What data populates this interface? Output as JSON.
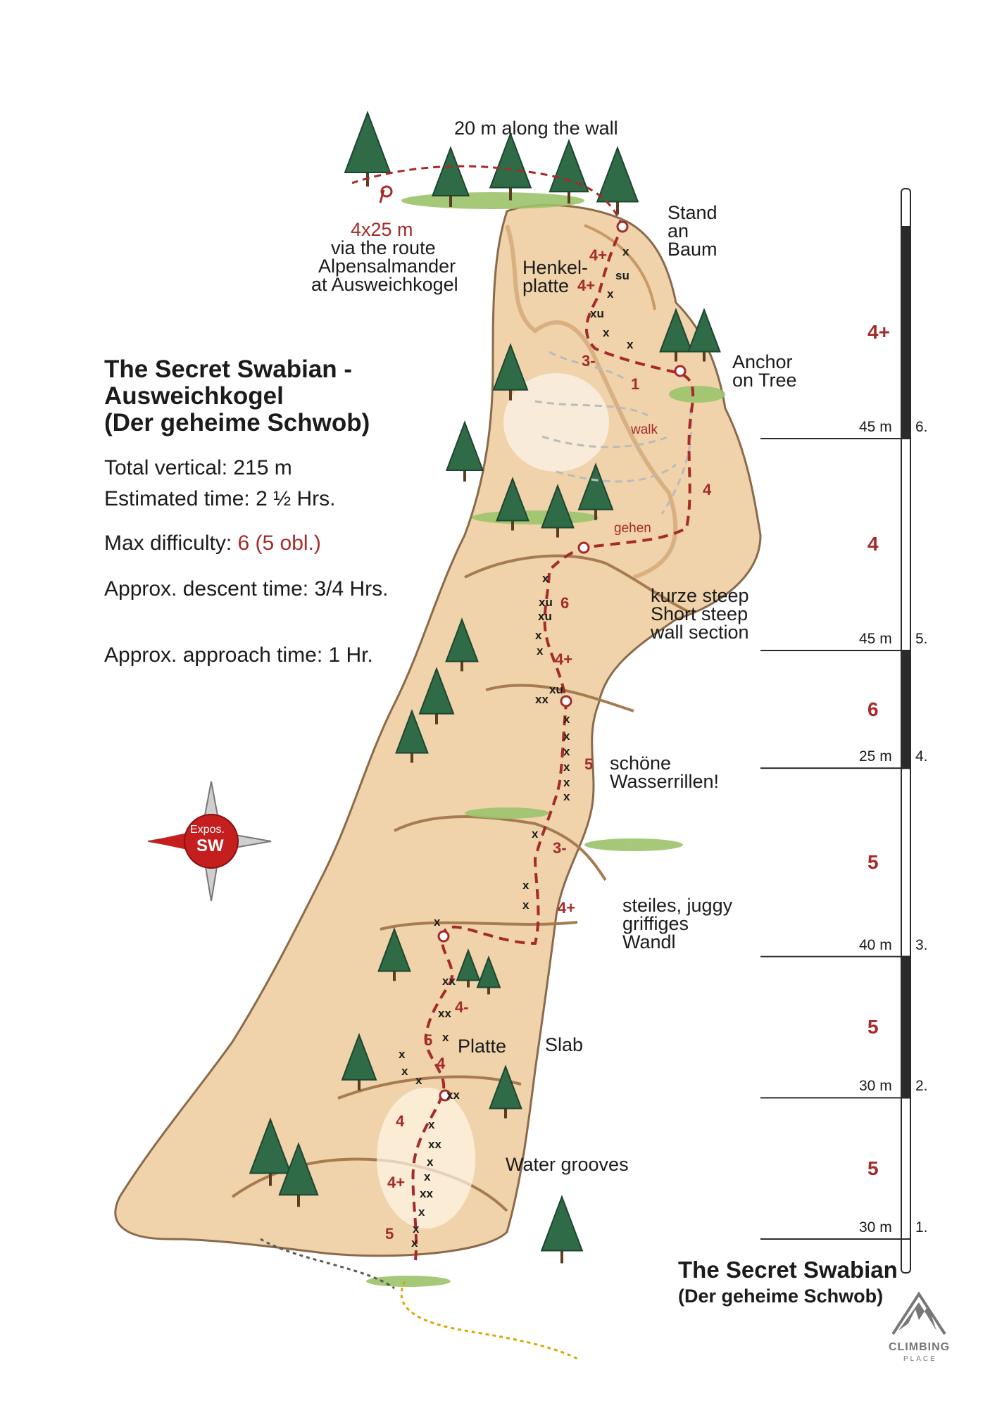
{
  "header": {
    "top_note": "20 m along the wall",
    "abseil": [
      "4x25 m",
      "via the route",
      "Alpensalmander",
      "at Ausweichkogel"
    ],
    "stand": [
      "Stand",
      "an",
      "Baum"
    ],
    "anchor": [
      "Anchor",
      "on Tree"
    ]
  },
  "info": {
    "title": [
      "The Secret Swabian -",
      "Ausweichkogel",
      "(Der geheime Schwob)"
    ],
    "total_vertical": "Total vertical: 215 m",
    "estimated_time": "Estimated time: 2 ½ Hrs.",
    "max_difficulty_label": "Max difficulty: ",
    "max_difficulty_value": "6 (5 obl.)",
    "descent": "Approx. descent time: 3/4 Hrs.",
    "approach": "Approx. approach time: 1 Hr."
  },
  "compass": {
    "line1": "Expos.",
    "line2": "SW"
  },
  "route_labels": {
    "henkel": [
      "Henkel-",
      "platte"
    ],
    "walk": "walk",
    "gehen": "gehen",
    "kurze": [
      "kurze steep",
      "Short steep",
      "wall section"
    ],
    "schoene": [
      "schöne",
      "Wasserrillen!"
    ],
    "steiles": [
      "steiles, juggy",
      "griffiges",
      "Wandl"
    ],
    "platte": "Platte",
    "slab": "Slab",
    "water_grooves": "Water grooves"
  },
  "grades_on_route": [
    "4+",
    "4+",
    "3-",
    "1",
    "4",
    "6",
    "4+",
    "5",
    "3-",
    "4+",
    "4-",
    "5",
    "4",
    "4",
    "4+",
    "5"
  ],
  "bolts": [
    "x",
    "su",
    "x",
    "xu",
    "x",
    "x",
    "x",
    "xu",
    "xu",
    "x",
    "x",
    "xu",
    "x",
    "x",
    "xx",
    "x",
    "x",
    "x",
    "x",
    "x",
    "x",
    "x",
    "x",
    "xx",
    "xx",
    "x",
    "x",
    "x",
    "x",
    "xx",
    "x",
    "xx",
    "x",
    "x",
    "xx",
    "x",
    "x",
    "x"
  ],
  "scale": {
    "pitches": [
      {
        "num": "1.",
        "length": "30 m",
        "grade": "5"
      },
      {
        "num": "2.",
        "length": "30 m",
        "grade": "5"
      },
      {
        "num": "3.",
        "length": "40 m",
        "grade": "5"
      },
      {
        "num": "4.",
        "length": "25 m",
        "grade": "6"
      },
      {
        "num": "5.",
        "length": "45 m",
        "grade": "4"
      },
      {
        "num": "6.",
        "length": "45 m",
        "grade": "4+"
      }
    ]
  },
  "footer": {
    "title": "The Secret Swabian",
    "subtitle": "(Der geheime Schwob)",
    "logo_text": [
      "CLIMBING",
      "PLACE"
    ]
  },
  "colors": {
    "route": "#a52a2a",
    "rock": "#f0d3aa",
    "rock_shadow": "#c99968",
    "tree": "#2f6b46",
    "grass": "#9bc36a",
    "scale_dark": "#2b2b2b"
  }
}
